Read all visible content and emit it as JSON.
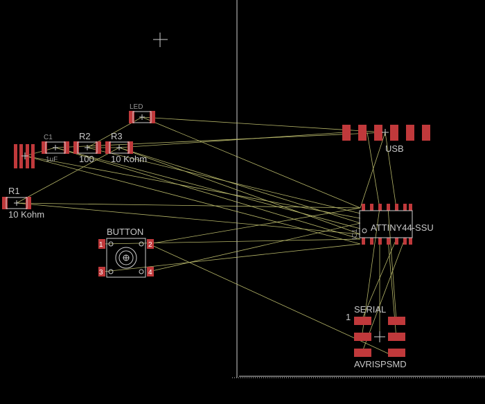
{
  "colors": {
    "background": "#000000",
    "pad": "#c0393b",
    "silkscreen": "#d0d0d0",
    "airwire": "#b8b86a",
    "label": "#c8c8c8"
  },
  "cursor": {
    "icon": "crosshair-icon"
  },
  "parts": {
    "led": {
      "name": "LED"
    },
    "c1": {
      "name": "C1",
      "value": "1uF"
    },
    "r2": {
      "name": "R2",
      "value": "100"
    },
    "r3": {
      "name": "R3",
      "value": "10 Kohm"
    },
    "r1": {
      "name": "R1",
      "value": "10 Kohm"
    },
    "usb": {
      "name": "USB"
    },
    "ic1": {
      "name": "IC1",
      "value": "ATTINY44-SSU"
    },
    "button": {
      "name": "BUTTON",
      "pins": [
        "1",
        "2",
        "3",
        "4"
      ]
    },
    "serial": {
      "name": "SERIAL",
      "pin1": "1",
      "value": "AVRISPSMD"
    }
  }
}
